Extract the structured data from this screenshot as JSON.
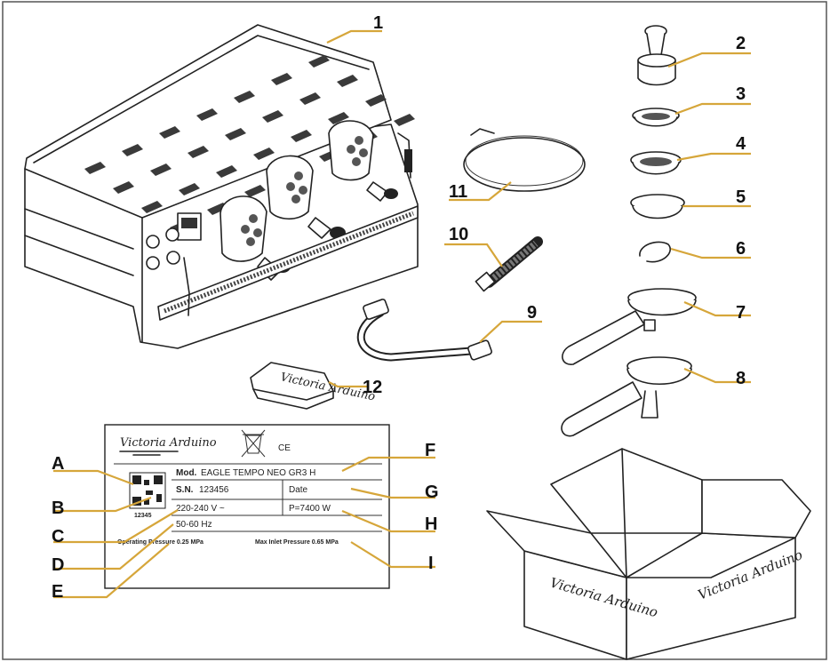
{
  "callouts": {
    "n1": "1",
    "n2": "2",
    "n3": "3",
    "n4": "4",
    "n5": "5",
    "n6": "6",
    "n7": "7",
    "n8": "8",
    "n9": "9",
    "n10": "10",
    "n11": "11",
    "n12": "12",
    "A": "A",
    "B": "B",
    "C": "C",
    "D": "D",
    "E": "E",
    "F": "F",
    "G": "G",
    "H": "H",
    "I": "I"
  },
  "plate": {
    "brand": "Victoria Arduino",
    "ce": "CE",
    "model": "Mod.",
    "model_value": "EAGLE TEMPO NEO GR3 H",
    "sn_label": "S.N.",
    "sn_value": "123456",
    "date_label": "Date",
    "voltage": "220-240 V ~",
    "power": "P=7400 W",
    "frequency": "50-60 Hz",
    "qr_number": "12345",
    "operating_pressure": "Operating Pressure 0.25 MPa",
    "max_inlet_pressure": "Max Inlet Pressure 0.65 MPa"
  },
  "box": {
    "brand_front": "Victoria Arduino",
    "brand_side": "Victoria Arduino"
  },
  "cloth": {
    "brand": "Victoria Arduino"
  },
  "colors": {
    "leader": "#d6a63a",
    "ink": "#222222",
    "frame": "#555555"
  }
}
